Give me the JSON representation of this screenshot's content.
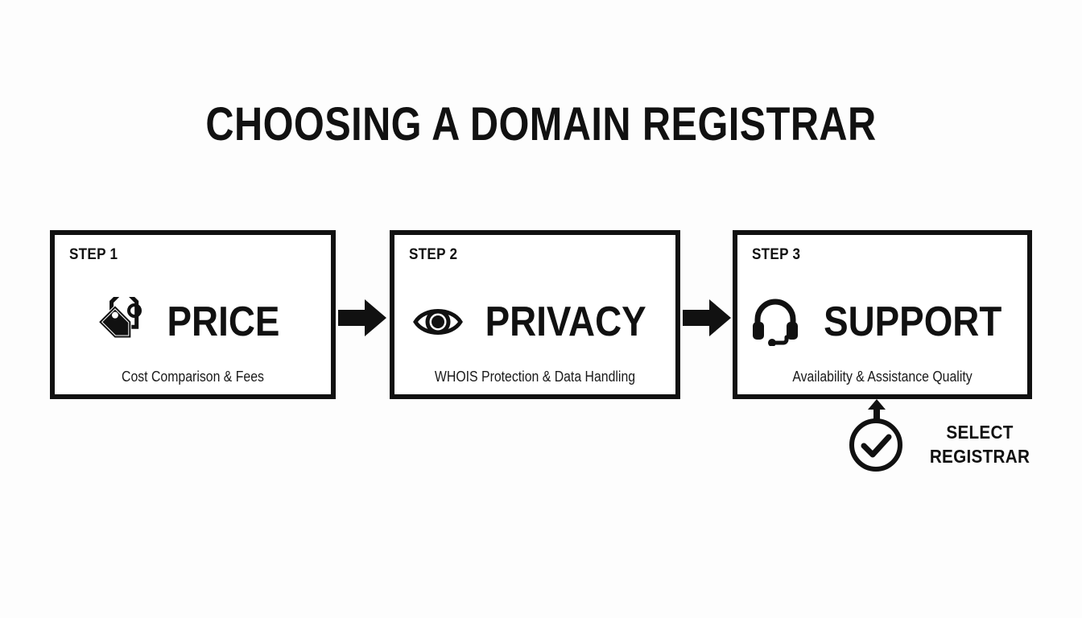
{
  "page": {
    "title": "CHOOSING A DOMAIN REGISTRAR",
    "background_color": "#fdfdfd",
    "ink_color": "#111111"
  },
  "steps": [
    {
      "step_label": "STEP 1",
      "title": "PRICE",
      "subtitle": "Cost Comparison & Fees",
      "icon": "price-tag-icon"
    },
    {
      "step_label": "STEP 2",
      "title": "PRIVACY",
      "subtitle": "WHOIS Protection & Data Handling",
      "icon": "eye-icon"
    },
    {
      "step_label": "STEP 3",
      "title": "SUPPORT",
      "subtitle": "Availability & Assistance Quality",
      "icon": "headset-icon"
    }
  ],
  "connectors": [
    {
      "icon": "arrow-right-icon",
      "from": "PRICE",
      "to": "PRIVACY"
    },
    {
      "icon": "arrow-right-icon",
      "from": "PRIVACY",
      "to": "SUPPORT"
    }
  ],
  "outcome": {
    "icon": "check-circle-icon",
    "arrow_icon": "arrow-up-icon",
    "line_1": "SELECT",
    "line_2": "REGISTRAR"
  }
}
